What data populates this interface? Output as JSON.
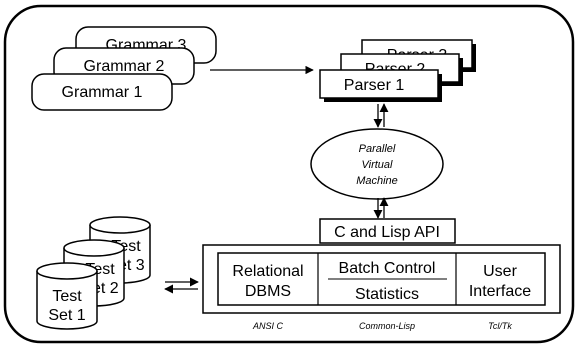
{
  "grammars": [
    "Grammar 3",
    "Grammar 2",
    "Grammar 1"
  ],
  "parsers": [
    "Parser 3",
    "Parser 2",
    "Parser 1"
  ],
  "pvm": {
    "lines": [
      "Parallel",
      "Virtual",
      "Machine"
    ]
  },
  "api": "C and Lisp API",
  "test_sets": [
    {
      "lines": [
        "Test",
        "Set 3"
      ]
    },
    {
      "lines": [
        "Test",
        "Set 2"
      ]
    },
    {
      "lines": [
        "Test",
        "Set 1"
      ]
    }
  ],
  "system": {
    "relational": [
      "Relational",
      "DBMS"
    ],
    "batch_control": "Batch Control",
    "statistics": "Statistics",
    "user_interface": [
      "User",
      "Interface"
    ]
  },
  "languages": {
    "ansi_c": "ANSI C",
    "common_lisp": "Common-Lisp",
    "tcl_tk": "Tcl/Tk"
  }
}
